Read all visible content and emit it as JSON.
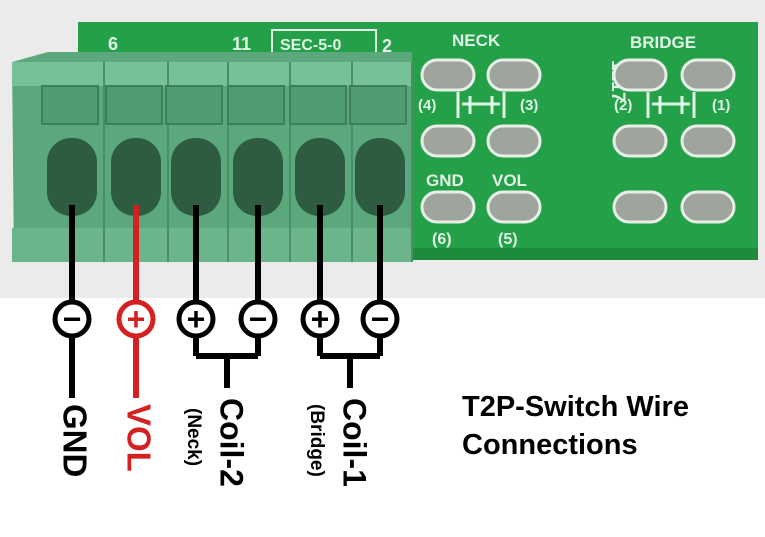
{
  "board": {
    "silkscreen": {
      "pin6": "6",
      "pin11": "11",
      "part": "SEC-5-0",
      "pin2": "2",
      "neck": "NECK",
      "bridge": "BRIDGE",
      "code": "1217",
      "p4": "(4)",
      "p3": "(3)",
      "p2": "(2)",
      "p1": "(1)",
      "gnd": "GND",
      "vol": "VOL",
      "p6": "(6)",
      "p5": "(5)"
    }
  },
  "wires": [
    {
      "symbol": "−",
      "label": "GND",
      "sub": "",
      "color": "#000000"
    },
    {
      "symbol": "+",
      "label": "VOL",
      "sub": "",
      "color": "#d42020"
    },
    {
      "symbol": "+",
      "label": "Coil-2",
      "sub": "(Neck)",
      "color": "#000000"
    },
    {
      "symbol": "−",
      "label": "",
      "sub": "",
      "color": "#000000"
    },
    {
      "symbol": "+",
      "label": "Coil-1",
      "sub": "(Bridge)",
      "color": "#000000"
    },
    {
      "symbol": "−",
      "label": "",
      "sub": "",
      "color": "#000000"
    }
  ],
  "title": {
    "line1": "T2P-Switch Wire",
    "line2": "Connections"
  },
  "colors": {
    "board": "#24a048",
    "terminal": "#5aa87c",
    "red_wire": "#d42020",
    "photo_bg": "#ebebeb"
  }
}
